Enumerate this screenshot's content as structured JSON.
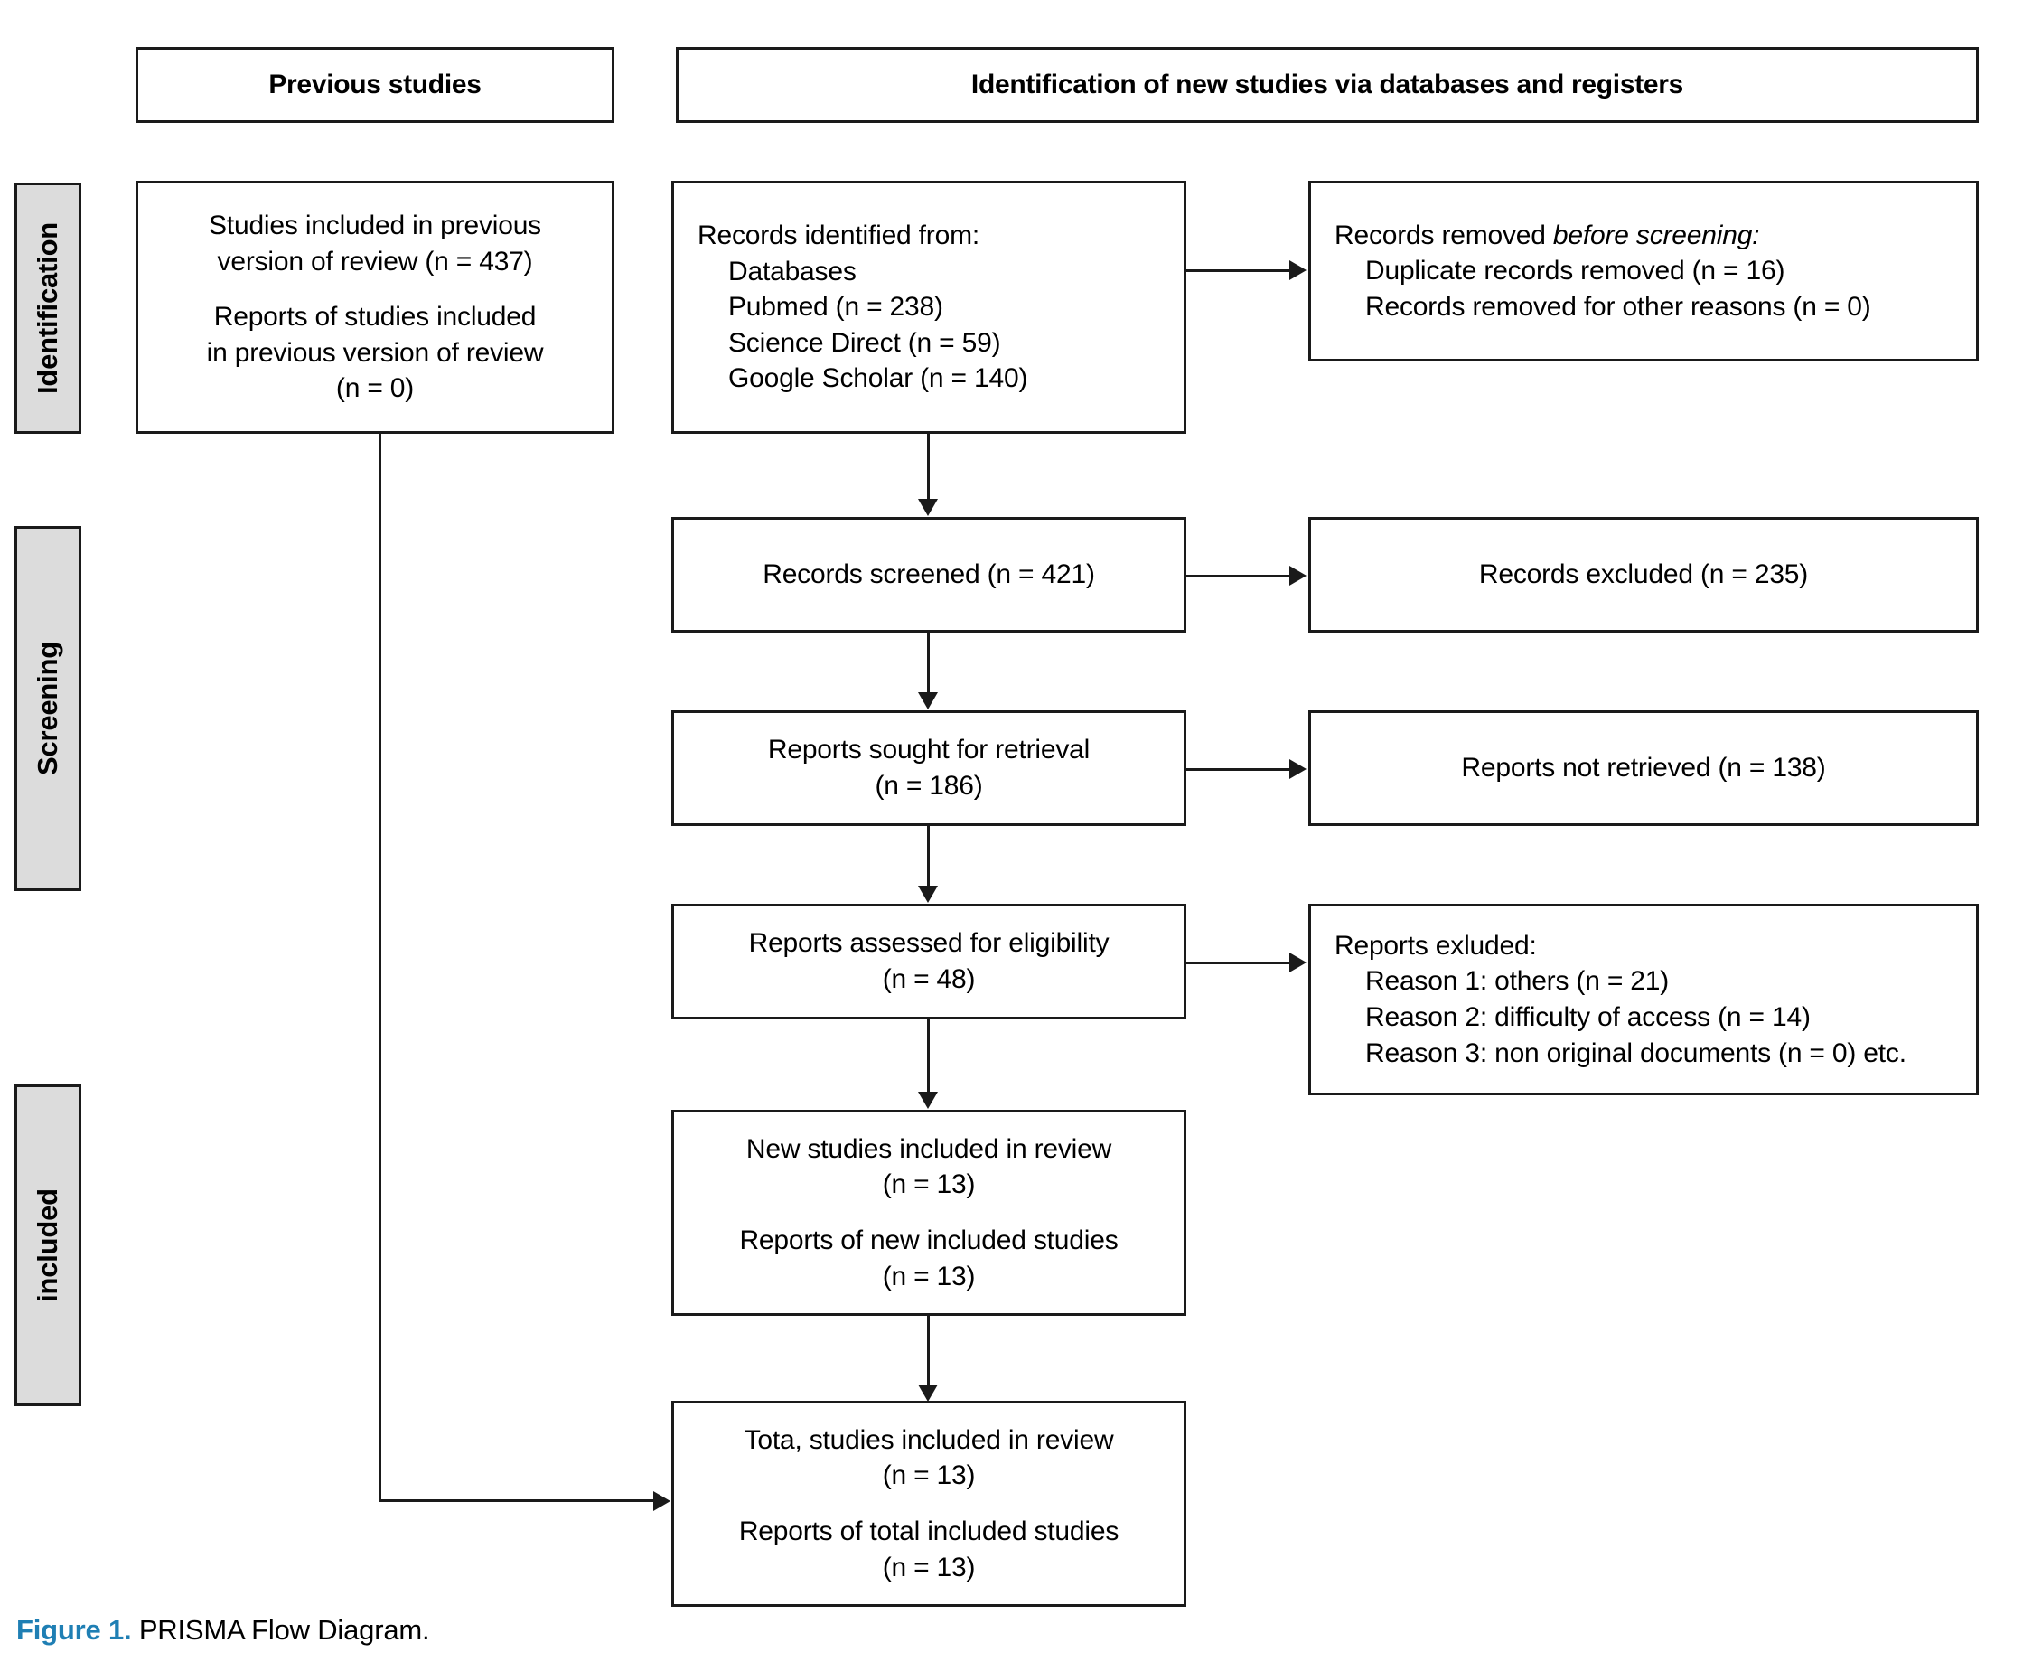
{
  "figure": {
    "number_label": "Figure 1.",
    "caption_text": " PRISMA Flow Diagram.",
    "accent_color": "#1f7fb4"
  },
  "colors": {
    "stage_fill": "#dcdcdc",
    "border": "#1a1a1a",
    "page_background": "#ffffff"
  },
  "headers": {
    "previous_studies": "Previous studies",
    "new_studies": "Identification of new studies via databases and registers"
  },
  "stages": [
    {
      "key": "identification",
      "label": "Identification"
    },
    {
      "key": "screening",
      "label": "Screening"
    },
    {
      "key": "included",
      "label": "included"
    }
  ],
  "boxes": {
    "previous_included": {
      "line1": "Studies included in previous",
      "line2": "version of review (n = 437)",
      "line3": "Reports of studies included",
      "line4": "in previous version of review",
      "line5": "(n = 0)"
    },
    "records_identified": {
      "line1": "Records identified from:",
      "line2": "Databases",
      "line3": "Pubmed (n = 238)",
      "line4": "Science Direct (n = 59)",
      "line5": "Google Scholar (n = 140)"
    },
    "records_removed": {
      "line1_a": "Records removed ",
      "line1_b": "before screening:",
      "line2": "Duplicate records removed (n = 16)",
      "line3": "Records removed for other reasons (n = 0)"
    },
    "records_screened": {
      "line1": "Records screened (n = 421)"
    },
    "records_excluded": {
      "line1": "Records excluded (n = 235)"
    },
    "reports_sought": {
      "line1": "Reports sought for retrieval",
      "line2": "(n = 186)"
    },
    "reports_not_retrieved": {
      "line1": "Reports not retrieved (n = 138)"
    },
    "reports_assessed": {
      "line1": "Reports assessed for eligibility",
      "line2": "(n = 48)"
    },
    "reports_excluded": {
      "line1": "Reports exluded:",
      "line2": "Reason 1: others (n = 21)",
      "line3": "Reason 2: difficulty of access (n = 14)",
      "line4": "Reason 3: non original documents (n = 0) etc."
    },
    "new_included": {
      "line1": "New studies included in review",
      "line2": "(n = 13)",
      "line3": "Reports of new included studies",
      "line4": "(n = 13)"
    },
    "total_included": {
      "line1": "Tota, studies included in review",
      "line2": "(n = 13)",
      "line3": "Reports of total included studies",
      "line4": "(n = 13)"
    }
  }
}
